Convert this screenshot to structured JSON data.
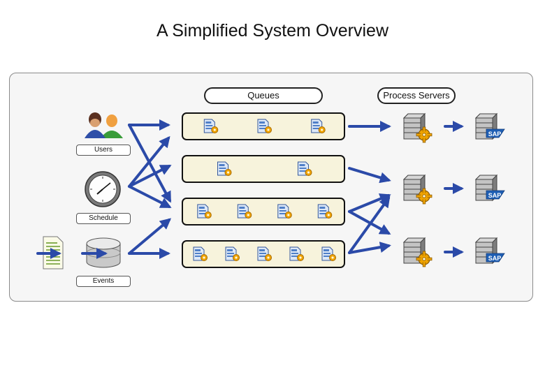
{
  "title": "A Simplified System Overview",
  "headers": {
    "queues": "Queues",
    "process_servers": "Process Servers"
  },
  "sources": [
    {
      "label": "Users",
      "icon": "users-icon"
    },
    {
      "label": "Schedule",
      "icon": "clock-icon"
    },
    {
      "label": "Events",
      "icon": "database-icon"
    }
  ],
  "queues": [
    {
      "jobs": 3
    },
    {
      "jobs": 2
    },
    {
      "jobs": 4
    },
    {
      "jobs": 5
    }
  ],
  "process_servers": 3,
  "targets": [
    {
      "label": "SAP"
    },
    {
      "label": "SAP"
    },
    {
      "label": "SAP"
    }
  ],
  "colors": {
    "arrow": "#2b4aa8",
    "queue_fill": "#f7f3dc",
    "panel_fill": "#f6f6f6",
    "job_icon": "#4f7fc8",
    "gear": "#f0a400"
  }
}
